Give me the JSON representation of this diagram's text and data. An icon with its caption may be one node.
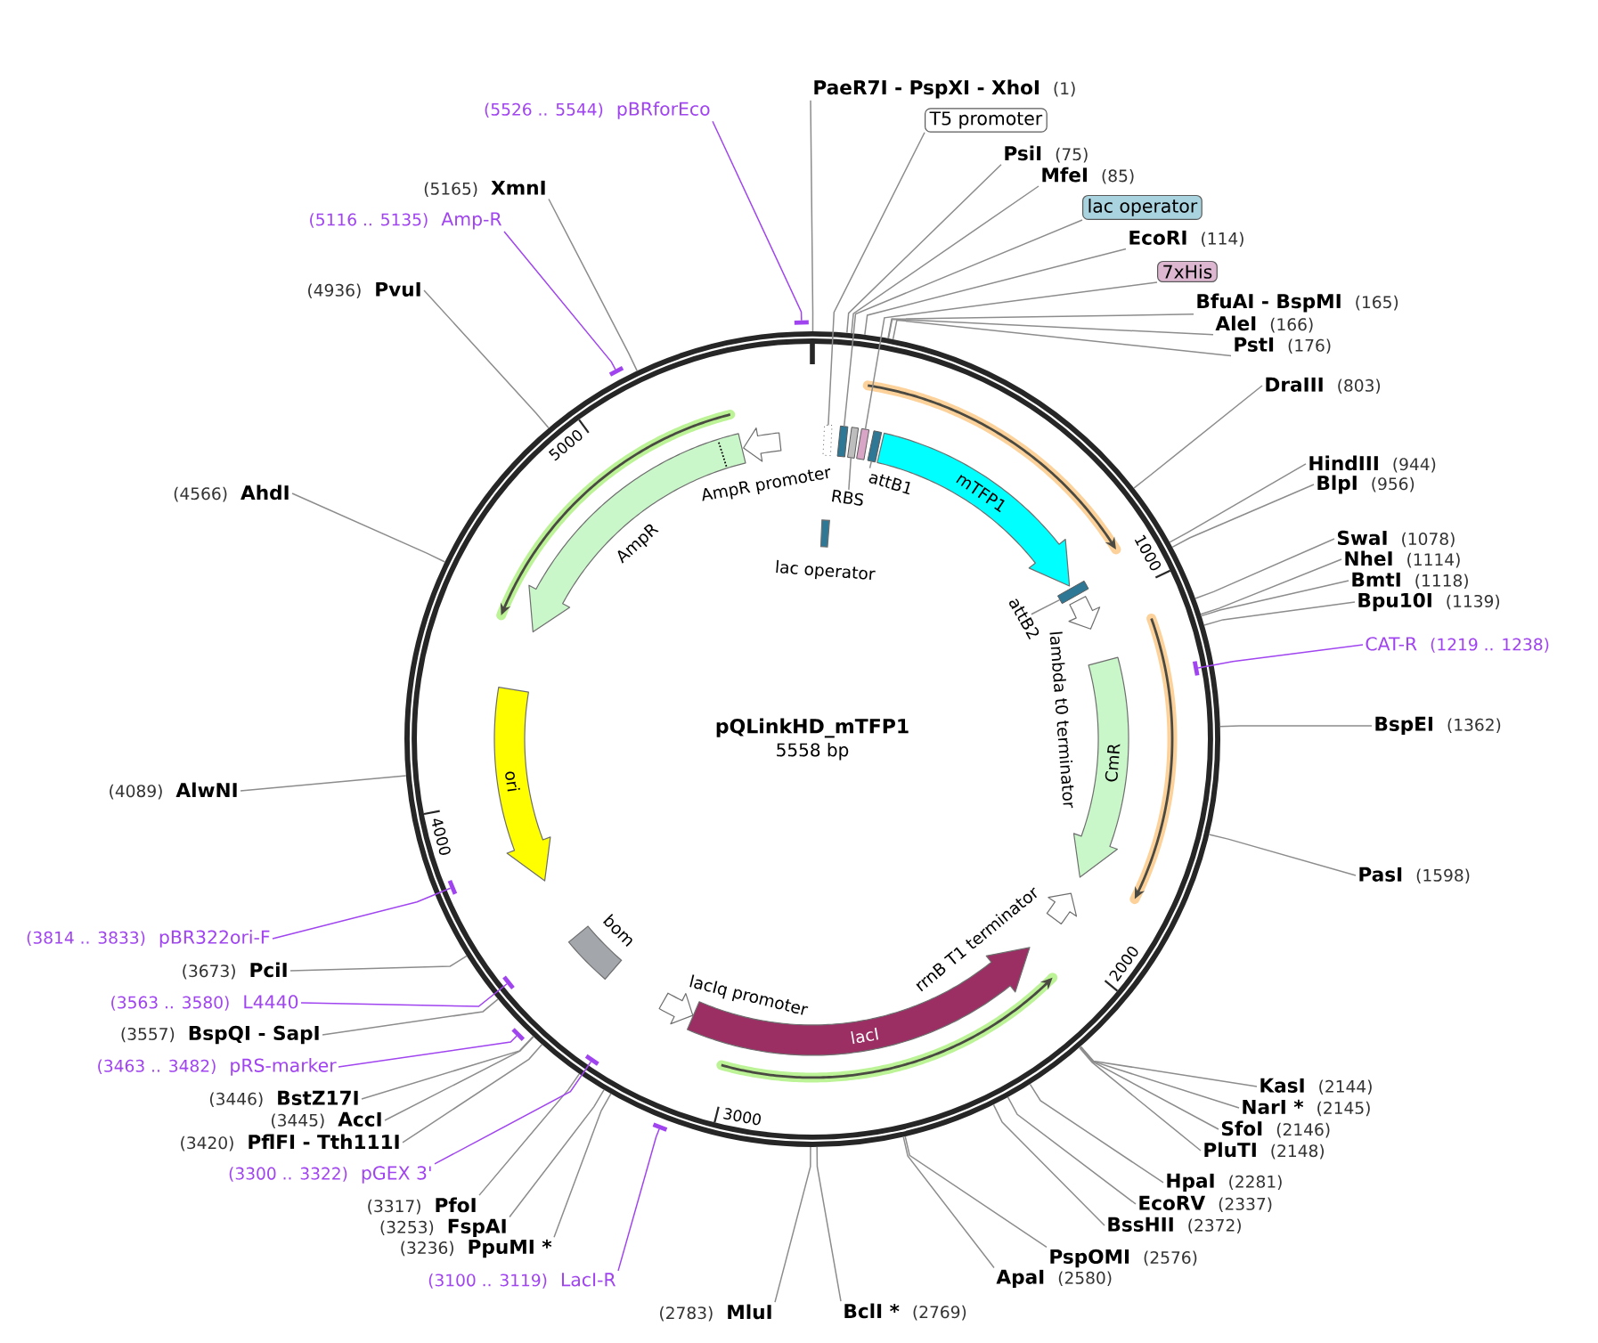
{
  "diagram": {
    "nodes": [
      {
        "text": [
          "pQLinkHD_mTFP1",
          "5558 bp"
        ]
      },
      {
        "text": [
          "mTFP1"
        ],
        "in": 0
      },
      {
        "text": [
          "AmpR"
        ],
        "in": 0
      },
      {
        "text": [
          "AmpR promoter"
        ],
        "in": 0
      },
      {
        "text": [
          "ori"
        ],
        "in": 0
      },
      {
        "text": [
          "bom"
        ],
        "in": 0
      },
      {
        "text": [
          "lacIq promoter"
        ],
        "in": 0
      },
      {
        "text": [
          "lacI"
        ],
        "in": 0
      },
      {
        "text": [
          "rrnB T1 terminator"
        ],
        "in": 0
      },
      {
        "text": [
          "CmR"
        ],
        "in": 0
      },
      {
        "text": [
          "lambda t0 terminator"
        ],
        "in": 0
      },
      {
        "text": [
          "lac operator"
        ],
        "in": 0
      },
      {
        "text": [],
        "shape": "box",
        "in": 0
      },
      {
        "text": [],
        "shape": "box",
        "in": 0
      },
      {
        "text": [],
        "shape": "box",
        "in": 0
      },
      {
        "text": [],
        "shape": "box",
        "in": 0
      },
      {
        "text": [],
        "shape": "box",
        "in": 0
      },
      {
        "text": [],
        "shape": "box",
        "in": 0
      },
      {
        "text": [
          "RBS"
        ],
        "in": 0
      },
      {
        "text": [
          "attB1"
        ],
        "in": 0
      },
      {
        "text": [
          "attB2"
        ],
        "in": 0
      },
      {
        "text": [
          "PaeR7I - PspXI - XhoI",
          "(1)"
        ]
      },
      {
        "text": [
          "T5 promoter"
        ]
      },
      {
        "text": [
          "PsiI",
          "(75)"
        ]
      },
      {
        "text": [
          "MfeI",
          "(85)"
        ]
      },
      {
        "text": [
          "lac operator"
        ]
      },
      {
        "text": [
          "EcoRI",
          "(114)"
        ]
      },
      {
        "text": [
          "7xHis"
        ]
      },
      {
        "text": [
          "BfuAI - BspMI",
          "(165)"
        ]
      },
      {
        "text": [
          "AleI",
          "(166)"
        ]
      },
      {
        "text": [
          "PstI",
          "(176)"
        ]
      },
      {
        "text": [
          "DraIII",
          "(803)"
        ]
      },
      {
        "text": [
          "HindIII",
          "(944)"
        ]
      },
      {
        "text": [
          "BlpI",
          "(956)"
        ]
      },
      {
        "text": [
          "SwaI",
          "(1078)"
        ]
      },
      {
        "text": [
          "NheI",
          "(1114)"
        ]
      },
      {
        "text": [
          "BmtI",
          "(1118)"
        ]
      },
      {
        "text": [
          "Bpu10I",
          "(1139)"
        ]
      },
      {
        "text": [
          "CAT-R",
          "(1219 .. 1238)"
        ]
      },
      {
        "text": [
          "BspEI",
          "(1362)"
        ]
      },
      {
        "text": [
          "PasI",
          "(1598)"
        ]
      },
      {
        "text": [
          "KasI",
          "(2144)"
        ]
      },
      {
        "text": [
          "NarI *",
          "(2145)"
        ]
      },
      {
        "text": [
          "SfoI",
          "(2146)"
        ]
      },
      {
        "text": [
          "PluTI",
          "(2148)"
        ]
      },
      {
        "text": [
          "HpaI",
          "(2281)"
        ]
      },
      {
        "text": [
          "EcoRV",
          "(2337)"
        ]
      },
      {
        "text": [
          "BssHII",
          "(2372)"
        ]
      },
      {
        "text": [
          "PspOMI",
          "(2576)"
        ]
      },
      {
        "text": [
          "ApaI",
          "(2580)"
        ]
      },
      {
        "text": [
          "BclI *",
          "(2769)"
        ]
      },
      {
        "text": [
          "(2783)",
          "MluI"
        ]
      },
      {
        "text": [
          "(3100 .. 3119)",
          "LacI-R"
        ]
      },
      {
        "text": [
          "(3236)",
          "PpuMI *"
        ]
      },
      {
        "text": [
          "(3253)",
          "FspAI"
        ]
      },
      {
        "text": [
          "(3317)",
          "PfoI"
        ]
      },
      {
        "text": [
          "(3300 .. 3322)",
          "pGEX 3'"
        ]
      },
      {
        "text": [
          "(3420)",
          "PflFI - Tth111I"
        ]
      },
      {
        "text": [
          "(3445)",
          "AccI"
        ]
      },
      {
        "text": [
          "(3446)",
          "BstZ17I"
        ]
      },
      {
        "text": [
          "(3463 .. 3482)",
          "pRS-marker"
        ]
      },
      {
        "text": [
          "(3557)",
          "BspQI - SapI"
        ]
      },
      {
        "text": [
          "(3563 .. 3580)",
          "L4440"
        ]
      },
      {
        "text": [
          "(3673)",
          "PciI"
        ]
      },
      {
        "text": [
          "(3814 .. 3833)",
          "pBR322ori-F"
        ]
      },
      {
        "text": [
          "(4089)",
          "AlwNI"
        ]
      },
      {
        "text": [
          "(4566)",
          "AhdI"
        ]
      },
      {
        "text": [
          "(4936)",
          "PvuI"
        ]
      },
      {
        "text": [
          "(5116 .. 5135)",
          "Amp-R"
        ]
      },
      {
        "text": [
          "(5165)",
          "XmnI"
        ]
      },
      {
        "text": [
          "(5526 .. 5544)",
          "pBRforEco"
        ]
      },
      {
        "text": [],
        "shape": "bar",
        "in": 0
      },
      {
        "text": [],
        "shape": "bar"
      },
      {
        "text": [],
        "shape": "bar",
        "in": 0
      },
      {
        "text": [],
        "shape": "bar"
      },
      {
        "text": [],
        "shape": "bar",
        "in": 0
      },
      {
        "text": [],
        "shape": "bar",
        "in": 0
      },
      {
        "text": [],
        "shape": "bar"
      },
      {
        "text": [],
        "shape": "bar"
      }
    ],
    "edges": [
      {
        "from": 18,
        "to": 14,
        "arrow": "none"
      },
      {
        "from": 19,
        "to": 16,
        "arrow": "none"
      },
      {
        "from": 20,
        "to": 17,
        "arrow": "none"
      },
      {
        "from": 21,
        "to": 0,
        "arrow": "none"
      },
      {
        "from": 22,
        "to": 12,
        "arrow": "none"
      },
      {
        "from": 23,
        "to": 0,
        "arrow": "none"
      },
      {
        "from": 24,
        "to": 0,
        "arrow": "none"
      },
      {
        "from": 25,
        "to": 13,
        "arrow": "none"
      },
      {
        "from": 26,
        "to": 0,
        "arrow": "none"
      },
      {
        "from": 27,
        "to": 15,
        "arrow": "none"
      },
      {
        "from": 28,
        "to": 0,
        "arrow": "none"
      },
      {
        "from": 29,
        "to": 0,
        "arrow": "none"
      },
      {
        "from": 30,
        "to": 0,
        "arrow": "none"
      },
      {
        "from": 31,
        "to": 0,
        "arrow": "none"
      },
      {
        "from": 32,
        "to": 0,
        "arrow": "none"
      },
      {
        "from": 33,
        "to": 0,
        "arrow": "none"
      },
      {
        "from": 34,
        "to": 0,
        "arrow": "none"
      },
      {
        "from": 35,
        "to": 0,
        "arrow": "none"
      },
      {
        "from": 36,
        "to": 0,
        "arrow": "none"
      },
      {
        "from": 37,
        "to": 0,
        "arrow": "none"
      },
      {
        "from": 38,
        "to": 71,
        "arrow": "none",
        "color": "#a044f0"
      },
      {
        "from": 39,
        "to": 0,
        "arrow": "none"
      },
      {
        "from": 40,
        "to": 0,
        "arrow": "none"
      },
      {
        "from": 41,
        "to": 0,
        "arrow": "none"
      },
      {
        "from": 42,
        "to": 0,
        "arrow": "none"
      },
      {
        "from": 43,
        "to": 0,
        "arrow": "none"
      },
      {
        "from": 44,
        "to": 0,
        "arrow": "none"
      },
      {
        "from": 45,
        "to": 0,
        "arrow": "none"
      },
      {
        "from": 46,
        "to": 0,
        "arrow": "none"
      },
      {
        "from": 47,
        "to": 0,
        "arrow": "none"
      },
      {
        "from": 48,
        "to": 0,
        "arrow": "none"
      },
      {
        "from": 49,
        "to": 0,
        "arrow": "none"
      },
      {
        "from": 50,
        "to": 0,
        "arrow": "none"
      },
      {
        "from": 51,
        "to": 0,
        "arrow": "none"
      },
      {
        "from": 52,
        "to": 72,
        "arrow": "none",
        "color": "#a044f0"
      },
      {
        "from": 53,
        "to": 0,
        "arrow": "none"
      },
      {
        "from": 54,
        "to": 0,
        "arrow": "none"
      },
      {
        "from": 55,
        "to": 0,
        "arrow": "none"
      },
      {
        "from": 56,
        "to": 73,
        "arrow": "none",
        "color": "#a044f0"
      },
      {
        "from": 57,
        "to": 0,
        "arrow": "none"
      },
      {
        "from": 58,
        "to": 0,
        "arrow": "none"
      },
      {
        "from": 59,
        "to": 0,
        "arrow": "none"
      },
      {
        "from": 60,
        "to": 74,
        "arrow": "none",
        "color": "#a044f0"
      },
      {
        "from": 61,
        "to": 0,
        "arrow": "none"
      },
      {
        "from": 62,
        "to": 75,
        "arrow": "none",
        "color": "#a044f0"
      },
      {
        "from": 63,
        "to": 0,
        "arrow": "none"
      },
      {
        "from": 64,
        "to": 76,
        "arrow": "none",
        "color": "#a044f0"
      },
      {
        "from": 65,
        "to": 0,
        "arrow": "none"
      },
      {
        "from": 66,
        "to": 0,
        "arrow": "none"
      },
      {
        "from": 67,
        "to": 0,
        "arrow": "none"
      },
      {
        "from": 68,
        "to": 77,
        "arrow": "none",
        "color": "#a044f0"
      },
      {
        "from": 69,
        "to": 0,
        "arrow": "none"
      },
      {
        "from": 70,
        "to": 78,
        "arrow": "none",
        "color": "#a044f0"
      }
    ],
    "labels": [
      "1000",
      "2000",
      "3000",
      "4000",
      "5000"
    ]
  }
}
